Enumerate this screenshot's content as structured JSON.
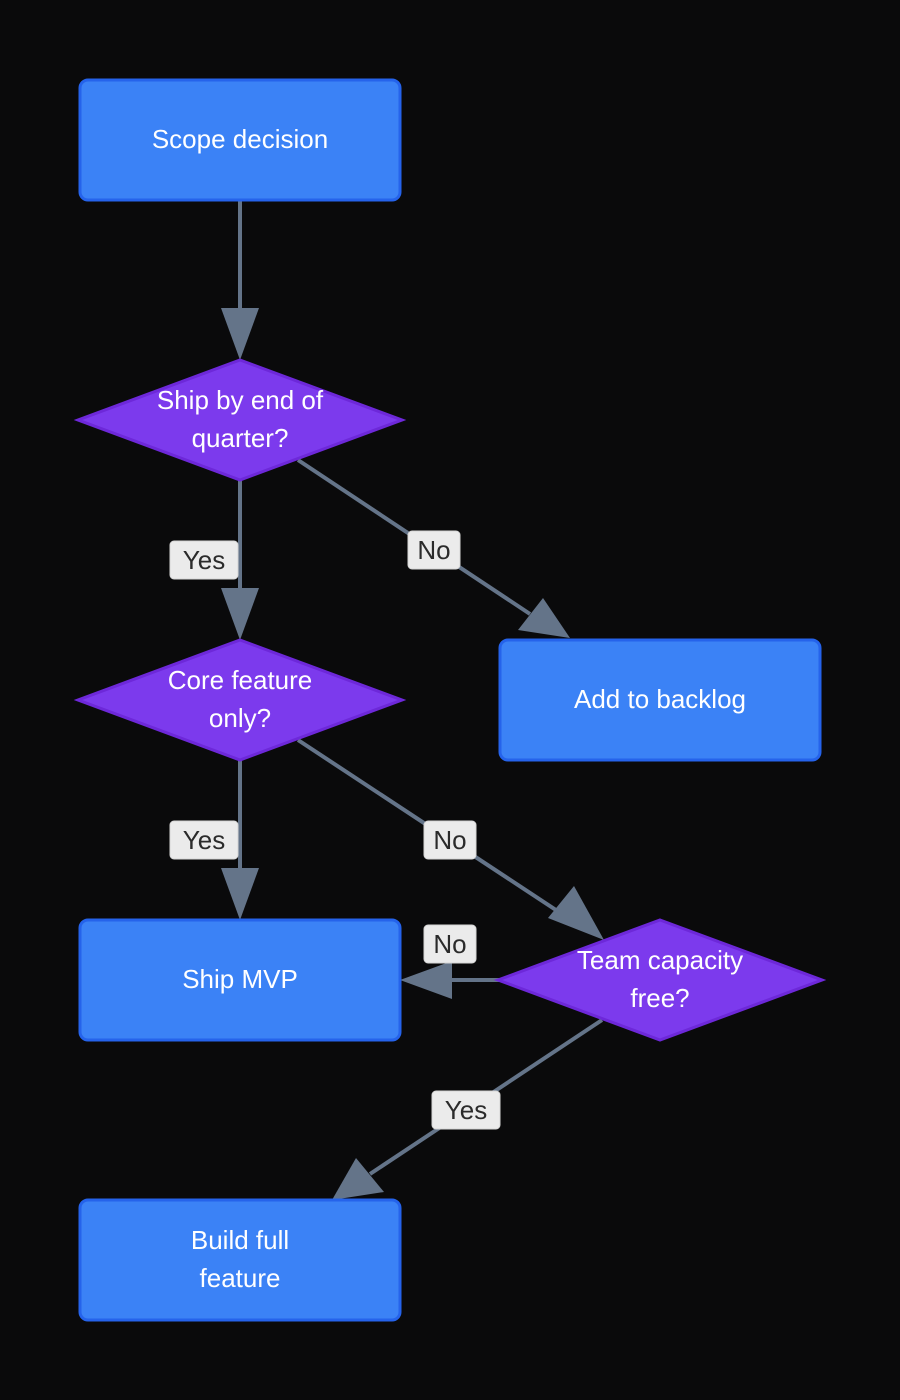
{
  "colors": {
    "background": "#0a0a0b",
    "process_fill": "#3b82f6",
    "process_stroke": "#2563eb",
    "decision_fill": "#7c3aed",
    "decision_stroke": "#6d28d9",
    "edge": "#647489",
    "edge_label_bg": "#ebebeb",
    "edge_label_text": "#2b2b2b"
  },
  "nodes": {
    "scope": {
      "lines": [
        "Scope decision"
      ]
    },
    "ship_quarter": {
      "lines": [
        "Ship by end of",
        "quarter?"
      ]
    },
    "core_feature": {
      "lines": [
        "Core feature",
        "only?"
      ]
    },
    "backlog": {
      "lines": [
        "Add to backlog"
      ]
    },
    "ship_mvp": {
      "lines": [
        "Ship MVP"
      ]
    },
    "team_capacity": {
      "lines": [
        "Team capacity",
        "free?"
      ]
    },
    "build_full": {
      "lines": [
        "Build full",
        "feature"
      ]
    }
  },
  "edges": {
    "quarter_yes": "Yes",
    "quarter_no": "No",
    "core_yes": "Yes",
    "core_no": "No",
    "capacity_no": "No",
    "capacity_yes": "Yes"
  }
}
